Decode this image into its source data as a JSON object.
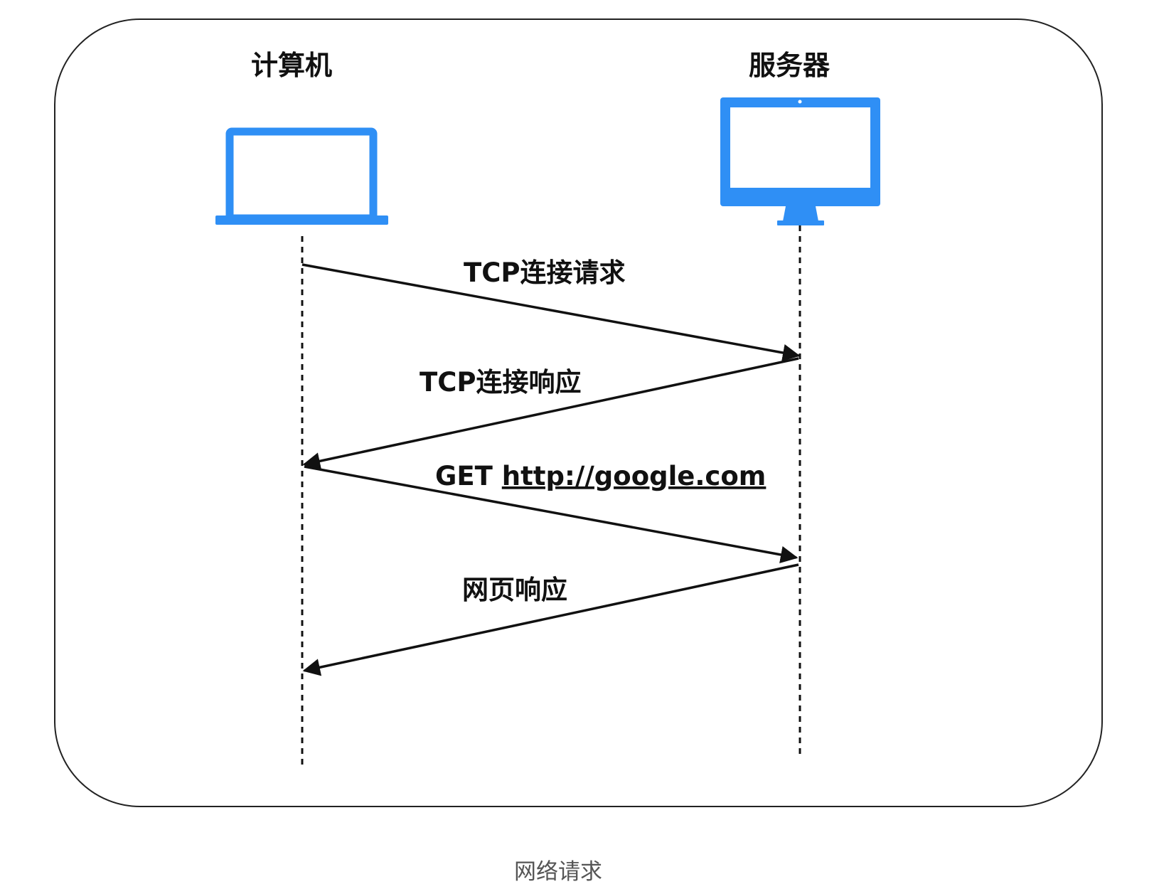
{
  "participants": {
    "computer": {
      "label": "计算机",
      "icon": "laptop-icon"
    },
    "server": {
      "label": "服务器",
      "icon": "monitor-icon"
    }
  },
  "messages": [
    {
      "label": "TCP连接请求",
      "from": "computer",
      "to": "server"
    },
    {
      "label": "TCP连接响应",
      "from": "server",
      "to": "computer"
    },
    {
      "label_prefix": "GET ",
      "label_link": "http://google.com",
      "from": "computer",
      "to": "server"
    },
    {
      "label": "网页响应",
      "from": "server",
      "to": "computer"
    }
  ],
  "caption": "网络请求",
  "colors": {
    "icon": "#2f8ff5",
    "line": "#111111",
    "border": "#222222",
    "caption": "#555555"
  }
}
